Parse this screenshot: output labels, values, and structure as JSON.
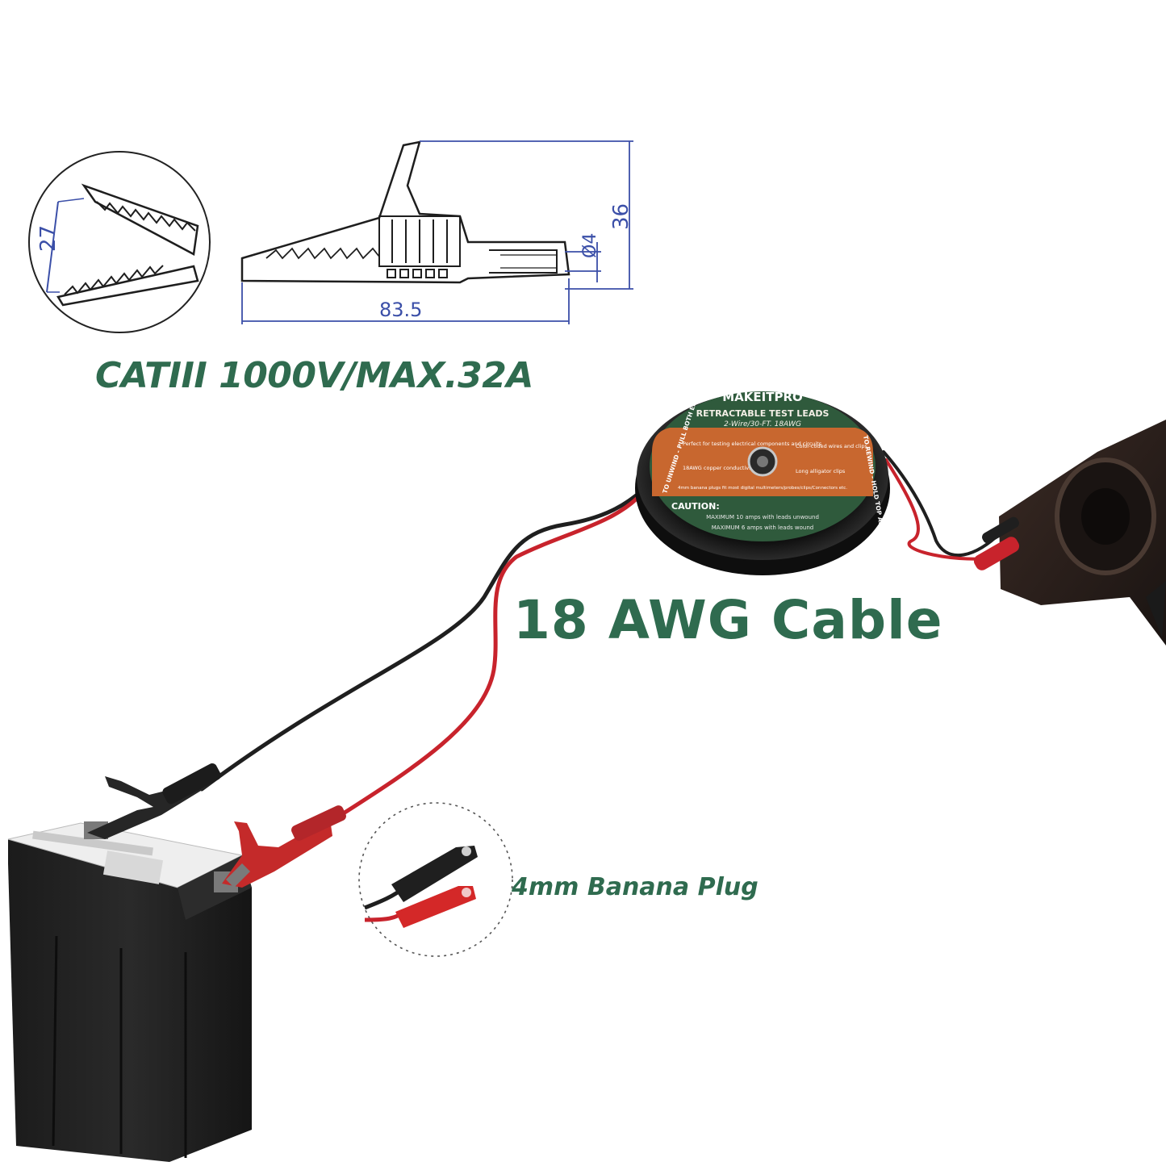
{
  "drawing": {
    "dim_jaw_opening": "27",
    "dim_height": "36",
    "dim_pin_diameter": "Ø4",
    "dim_length": "83.5"
  },
  "headlines": {
    "rating": "CATIII 1000V/MAX.32A",
    "cable": "18 AWG Cable",
    "plug": "4mm Banana Plug"
  },
  "reel": {
    "brand": "MAKEITPRO",
    "title": "RETRACTABLE TEST LEADS",
    "spec": "2-Wire/30-FT. 18AWG",
    "left_side": "TO UNWIND - PULL BOTH ENDS OF WIRE",
    "right_side": "TO REWIND - HOLD TOP AND ROTATE BOTTOM",
    "features": [
      "Perfect for testing electrical components and circuits",
      "Color-coded wires and clips",
      "18AWG copper conductivity",
      "Long alligator clips",
      "4mm banana plugs fit most digital multimeters/probes/clips/Connectors etc."
    ],
    "caution_title": "CAUTION:",
    "caution_lines": [
      "MAXIMUM 10 amps with leads unwound",
      "MAXIMUM 6 amps with leads wound"
    ]
  },
  "colors": {
    "accent_green": "#2f6b4f",
    "reel_orange": "#c8672f",
    "reel_green": "#2f5a3c",
    "dimension_blue": "#3b4fa8",
    "wire_red": "#c8232c",
    "wire_black": "#1f1f1f"
  }
}
